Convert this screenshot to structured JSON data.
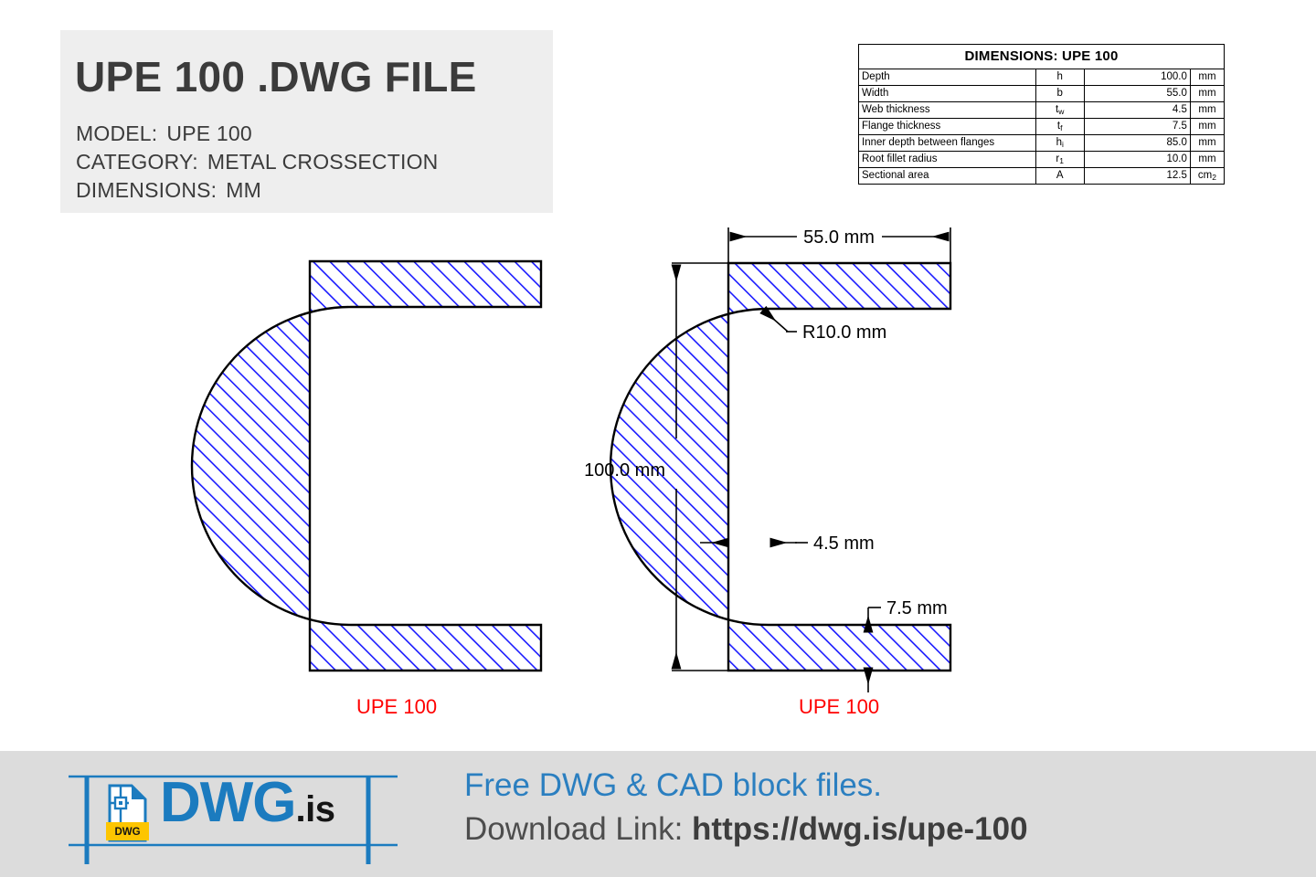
{
  "title_block": {
    "heading": "UPE 100 .DWG FILE",
    "model_key": "MODEL:",
    "model_value": "UPE 100",
    "category_key": "CATEGORY:",
    "category_value": "METAL CROSSECTION",
    "dimensions_key": "DIMENSIONS:",
    "dimensions_value": "MM"
  },
  "dim_table": {
    "title": "DIMENSIONS: UPE 100",
    "rows": [
      {
        "label": "Depth",
        "symbol": "h",
        "sub": "",
        "value": "100.0",
        "unit": "mm",
        "unit_sub": ""
      },
      {
        "label": "Width",
        "symbol": "b",
        "sub": "",
        "value": "55.0",
        "unit": "mm",
        "unit_sub": ""
      },
      {
        "label": "Web thickness",
        "symbol": "t",
        "sub": "w",
        "value": "4.5",
        "unit": "mm",
        "unit_sub": ""
      },
      {
        "label": "Flange thickness",
        "symbol": "t",
        "sub": "f",
        "value": "7.5",
        "unit": "mm",
        "unit_sub": ""
      },
      {
        "label": "Inner depth between flanges",
        "symbol": "h",
        "sub": "i",
        "value": "85.0",
        "unit": "mm",
        "unit_sub": ""
      },
      {
        "label": "Root fillet radius",
        "symbol": "r",
        "sub": "1",
        "value": "10.0",
        "unit": "mm",
        "unit_sub": ""
      },
      {
        "label": "Sectional area",
        "symbol": "A",
        "sub": "",
        "value": "12.5",
        "unit": "cm",
        "unit_sub": "2"
      }
    ]
  },
  "drawing": {
    "left_caption": "UPE 100",
    "right_caption": "UPE 100",
    "dim_width": "55.0 mm",
    "dim_depth": "100.0 mm",
    "dim_radius": "R10.0 mm",
    "dim_web": "4.5 mm",
    "dim_flange": "7.5 mm",
    "hatch_color": "#1a1aff",
    "outline_color": "#000000",
    "caption_color": "#ff0000"
  },
  "footer": {
    "logo_badge": "DWG",
    "logo_name": "DWG",
    "logo_tld": ".is",
    "tagline": "Free DWG & CAD block files.",
    "download_label": "Download Link:",
    "download_url": "https://dwg.is/upe-100",
    "brand_color": "#1b7bbf",
    "badge_color": "#fdc500"
  }
}
